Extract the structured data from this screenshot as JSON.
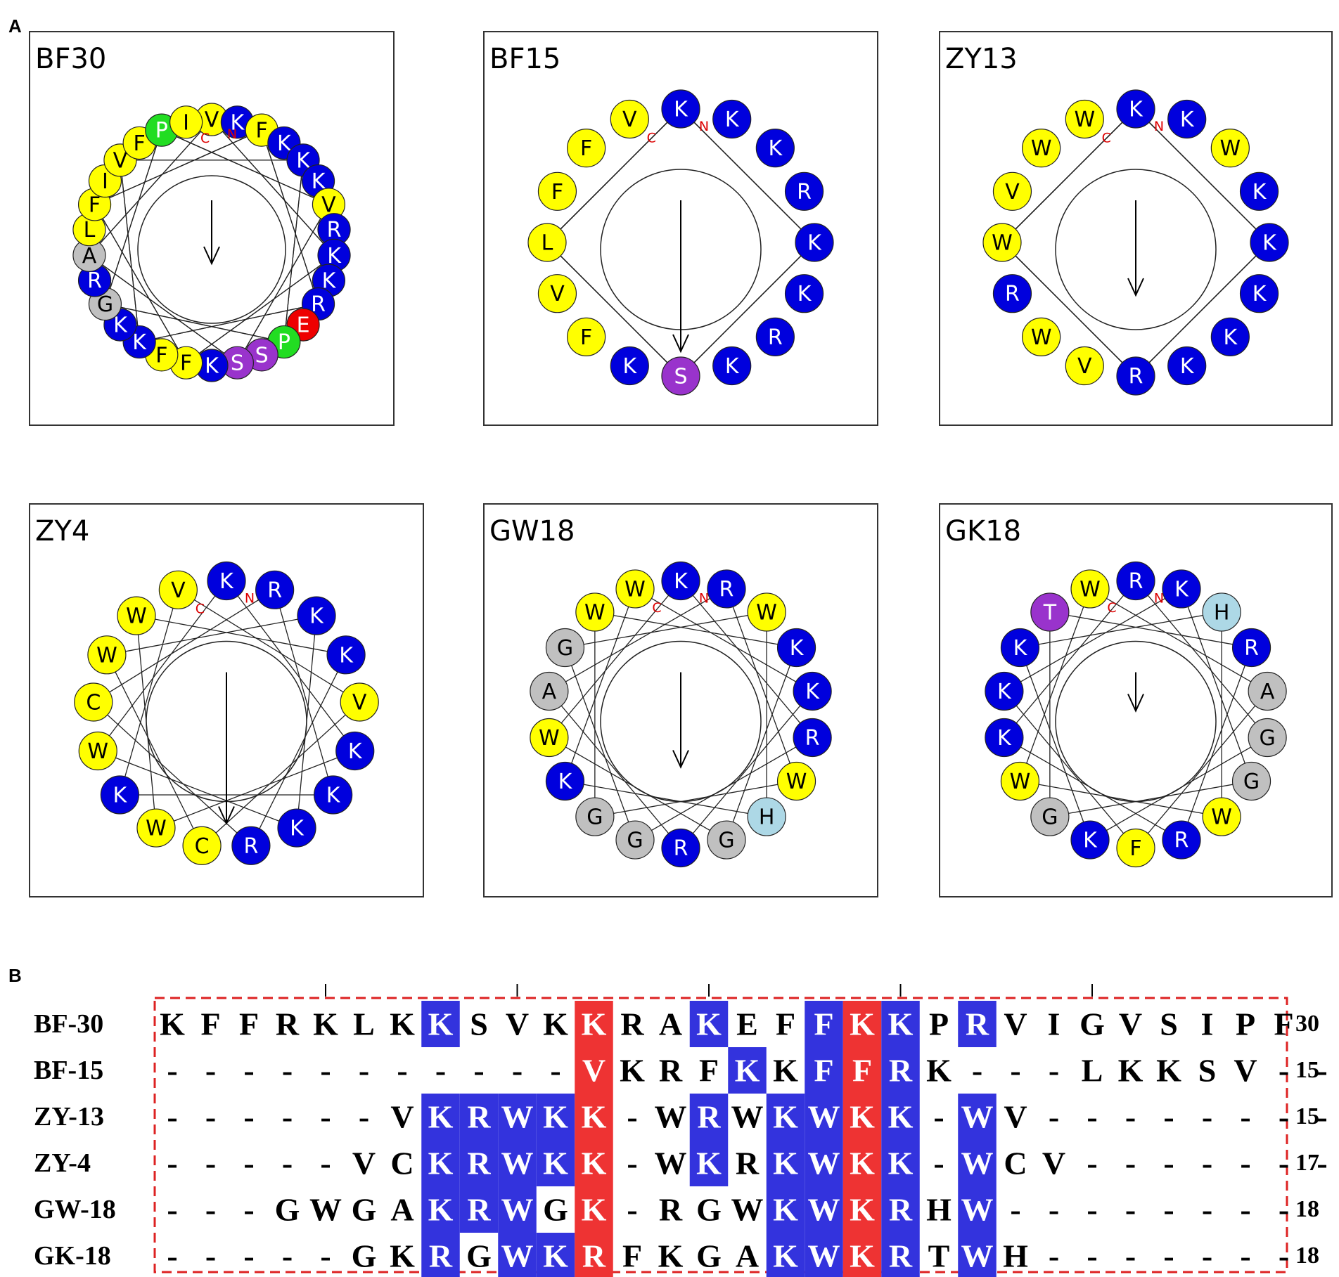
{
  "panel_labels": {
    "a": "A",
    "b": "B"
  },
  "colors": {
    "K": "#0000dd",
    "R": "#0000dd",
    "F": "#ffff00",
    "V": "#ffff00",
    "I": "#ffff00",
    "L": "#ffff00",
    "W": "#ffff00",
    "C": "#ffff00",
    "P": "#22dd22",
    "E": "#ee0000",
    "S": "#9933cc",
    "T": "#9933cc",
    "G": "#c0c0c0",
    "A": "#c0c0c0",
    "H": "#add8e6",
    "highlight_blue": "#3333dd",
    "highlight_red": "#ee3333",
    "box_border": "#dd2222"
  },
  "wheels": [
    {
      "label": "BF30",
      "residues": [
        "V",
        "K",
        "F",
        "K",
        "K",
        "K",
        "V",
        "R",
        "K",
        "K",
        "R",
        "E",
        "P",
        "S",
        "S",
        "K",
        "F",
        "F",
        "K",
        "K",
        "G",
        "R",
        "A",
        "L",
        "F",
        "I",
        "V",
        "F",
        "P",
        "I"
      ],
      "n_term": "N",
      "c_term": "C",
      "arrow": "short"
    },
    {
      "label": "BF15",
      "residues": [
        "K",
        "K",
        "K",
        "R",
        "K",
        "K",
        "R",
        "K",
        "S",
        "K",
        "F",
        "V",
        "L",
        "F",
        "F",
        "V"
      ],
      "n_term": "N",
      "c_term": "C",
      "arrow": "long"
    },
    {
      "label": "ZY13",
      "residues": [
        "K",
        "K",
        "W",
        "K",
        "K",
        "K",
        "K",
        "K",
        "R",
        "V",
        "W",
        "R",
        "W",
        "V",
        "W",
        "W"
      ],
      "n_term": "N",
      "c_term": "C",
      "arrow": "medium"
    },
    {
      "label": "ZY4",
      "residues": [
        "K",
        "R",
        "K",
        "K",
        "V",
        "K",
        "K",
        "K",
        "R",
        "C",
        "W",
        "K",
        "W",
        "C",
        "W",
        "W",
        "V"
      ],
      "n_term": "N",
      "c_term": "C",
      "arrow": "long"
    },
    {
      "label": "GW18",
      "residues": [
        "K",
        "R",
        "W",
        "K",
        "K",
        "R",
        "W",
        "H",
        "G",
        "R",
        "G",
        "G",
        "K",
        "W",
        "A",
        "G",
        "W",
        "W"
      ],
      "n_term": "N",
      "c_term": "C",
      "arrow": "medium"
    },
    {
      "label": "GK18",
      "residues": [
        "R",
        "K",
        "H",
        "R",
        "A",
        "G",
        "G",
        "W",
        "R",
        "F",
        "K",
        "G",
        "W",
        "K",
        "K",
        "K",
        "T",
        "W"
      ],
      "n_term": "N",
      "c_term": "C",
      "arrow": "tiny"
    }
  ],
  "alignment": {
    "rows": [
      {
        "name": "BF-30",
        "seq": "KFFRKLKKSVKKRAKEFFKKPRVIGVSIPF",
        "count": "30"
      },
      {
        "name": "BF-15",
        "seq": "-----------VKRFKKFFRK---LKKSV--",
        "count": "15"
      },
      {
        "name": "ZY-13",
        "seq": "------VKRWKK-WRWKWKK-WV--------",
        "count": "15"
      },
      {
        "name": "ZY-4",
        "seq": "-----VCKRWKK-WKRKWKK-WCV-------",
        "count": "17"
      },
      {
        "name": "GW-18",
        "seq": "---GWGAKRWGK-RGWKWKRHW--------",
        "count": "18"
      },
      {
        "name": "GK-18",
        "seq": "-----GKRGWKRFKGAKWKRTWH-------",
        "count": "18"
      }
    ]
  }
}
